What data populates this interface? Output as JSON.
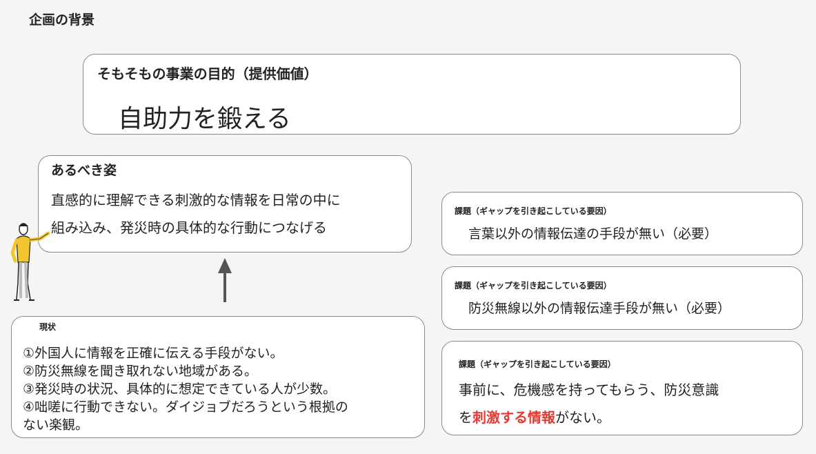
{
  "page_title": "企画の背景",
  "purpose": {
    "heading": "そもそもの事業の目的（提供価値）",
    "value": "自助力を鍛える"
  },
  "ideal": {
    "heading": "あるべき姿",
    "lines": [
      "直感的に理解できる刺激的な情報を日常の中に",
      "組み込み、発災時の具体的な行動につなげる"
    ]
  },
  "current": {
    "heading": "現状",
    "lines": [
      "①外国人に情報を正確に伝える手段がない。",
      "②防災無線を聞き取れない地域がある。",
      "③発災時の状況、具体的に想定できている人が少数。",
      "④咄嗟に行動できない。ダイジョブだろうという根拠の",
      "ない楽観。"
    ]
  },
  "issues": [
    {
      "label": "課題（ギャップを引き起こしている要因）",
      "text": "言葉以外の情報伝達の手段が無い（必要）"
    },
    {
      "label": "課題（ギャップを引き起こしている要因）",
      "text": "防災無線以外の情報伝達手段が無い（必要）"
    },
    {
      "label": "課題（ギャップを引き起こしている要因）",
      "line1": "事前に、危機感を持ってもらう、防災意識",
      "line2_pre": "を",
      "line2_highlight": "刺激する情報",
      "line2_post": "がない。"
    }
  ],
  "colors": {
    "highlight": "#e53935",
    "figure_shirt": "#f2c531"
  }
}
